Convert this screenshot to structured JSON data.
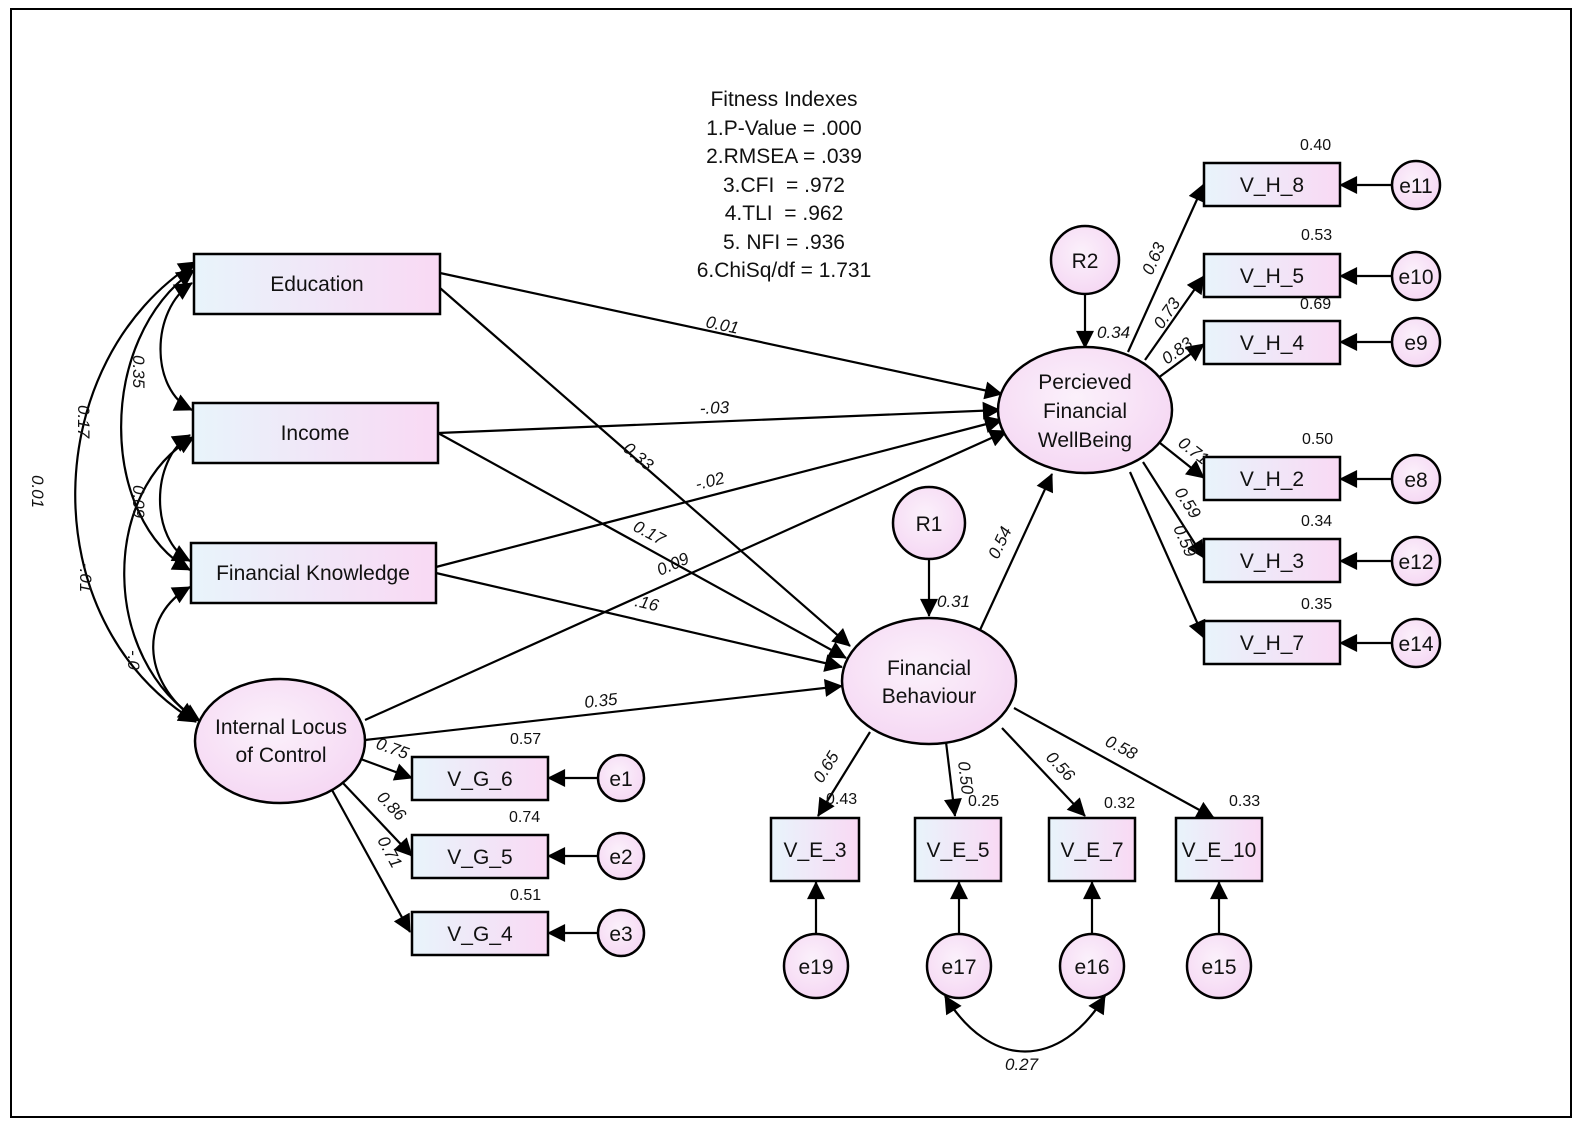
{
  "fitness": {
    "title": "Fitness Indexes",
    "lines": [
      "1.P-Value = .000",
      "2.RMSEA = .039",
      "3.CFI  = .972",
      "4.TLI  = .962",
      "5. NFI = .936",
      "6.ChiSq/df = 1.731"
    ]
  },
  "nodes": {
    "education": "Education",
    "income": "Income",
    "financial_knowledge": "Financial Knowledge",
    "internal_locus": [
      "Internal Locus",
      "of Control"
    ],
    "financial_behaviour": [
      "Financial",
      "Behaviour"
    ],
    "perceived_wellbeing": [
      "Percieved",
      "Financial",
      "WellBeing"
    ],
    "R1": "R1",
    "R2": "R2",
    "vh8": "V_H_8",
    "vh5": "V_H_5",
    "vh4": "V_H_4",
    "vh2": "V_H_2",
    "vh3": "V_H_3",
    "vh7": "V_H_7",
    "vg6": "V_G_6",
    "vg5": "V_G_5",
    "vg4": "V_G_4",
    "ve3": "V_E_3",
    "ve5": "V_E_5",
    "ve7": "V_E_7",
    "ve10": "V_E_10",
    "e11": "e11",
    "e10": "e10",
    "e9": "e9",
    "e8": "e8",
    "e12": "e12",
    "e14": "e14",
    "e1": "e1",
    "e2": "e2",
    "e3": "e3",
    "e19": "e19",
    "e17": "e17",
    "e16": "e16",
    "e15": "e15"
  },
  "coefficients": {
    "edu_pfw": "0.01",
    "inc_pfw": "-.03",
    "fk_pfw": "-.02",
    "ilc_pfw": "0.09",
    "edu_fb": "0.33",
    "inc_fb": "0.17",
    "fk_fb": ".16",
    "ilc_fb": "0.35",
    "fb_pfw": "0.54",
    "r1_fb": "0.31",
    "r2_pfw": "0.34",
    "cov_edu_inc": "0.35",
    "cov_edu_fk": "0.17",
    "cov_edu_ilc": "0.01",
    "cov_inc_fk": "0.09",
    "cov_inc_ilc": "-.01",
    "cov_fk_ilc": "-.0",
    "cov_e17_e16": "0.27",
    "l_vh8": "0.63",
    "l_vh5": "0.73",
    "l_vh4": "0.83",
    "l_vh2": "0.71",
    "l_vh3": "0.59",
    "l_vh7": "0.59",
    "l_vg6": "0.75",
    "l_vg5": "0.86",
    "l_vg4": "0.71",
    "l_ve3": "0.65",
    "l_ve5": "0.50",
    "l_ve7": "0.56",
    "l_ve10": "0.58"
  },
  "r_squared": {
    "vh8": "0.40",
    "vh5": "0.53",
    "vh4": "0.69",
    "vh2": "0.50",
    "vh3": "0.34",
    "vh7": "0.35",
    "vg6": "0.57",
    "vg5": "0.74",
    "vg4": "0.51",
    "ve3": "0.43",
    "ve5": "0.25",
    "ve7": "0.32",
    "ve10": "0.33"
  }
}
